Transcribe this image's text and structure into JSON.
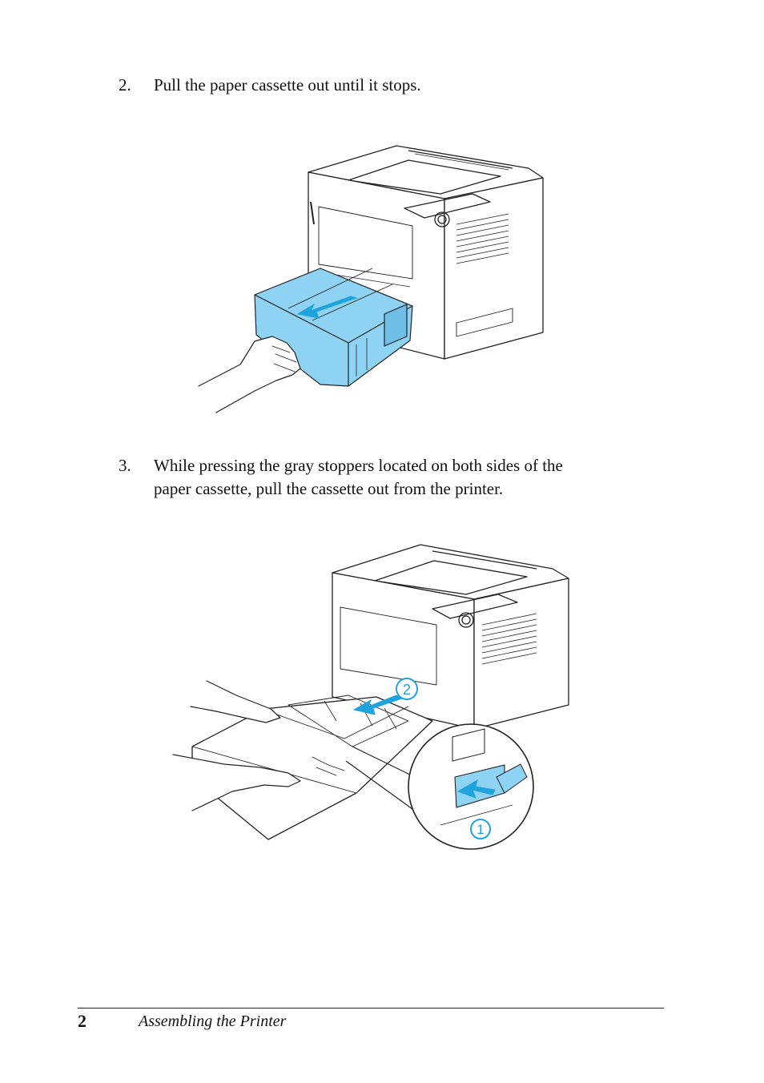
{
  "steps": [
    {
      "number": "2.",
      "lines": [
        "Pull the paper cassette out until it stops."
      ]
    },
    {
      "number": "3.",
      "lines": [
        "While pressing the gray stoppers located on both sides of the",
        "paper cassette, pull the cassette out from the printer."
      ]
    }
  ],
  "figure2": {
    "callout_1": "1",
    "callout_2": "2"
  },
  "footer": {
    "page_number": "2",
    "section_title": "Assembling the Printer"
  },
  "colors": {
    "accent_blue": "#8fd3f4",
    "arrow_blue": "#1fa3dd",
    "line": "#222222"
  }
}
